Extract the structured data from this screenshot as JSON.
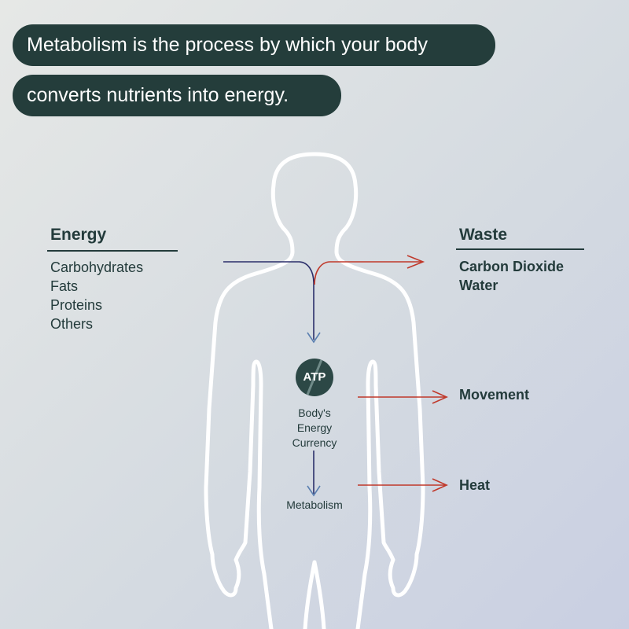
{
  "header": {
    "line1": "Metabolism  is the process by which your body",
    "line2": "converts  nutrients into energy."
  },
  "energy": {
    "title": "Energy",
    "items": [
      "Carbohydrates",
      "Fats",
      "Proteins",
      "Others"
    ]
  },
  "waste": {
    "title": "Waste",
    "items": [
      "Carbon Dioxide",
      "Water"
    ]
  },
  "center": {
    "atp": "ATP",
    "caption": [
      "Body's",
      "Energy",
      "Currency"
    ],
    "metabolism": "Metabolism"
  },
  "outputs": {
    "movement": "Movement",
    "heat": "Heat"
  },
  "colors": {
    "dark": "#243d3b",
    "red": "#c0392b",
    "navy": "#2b2f6b",
    "blue": "#5a7fb0"
  }
}
